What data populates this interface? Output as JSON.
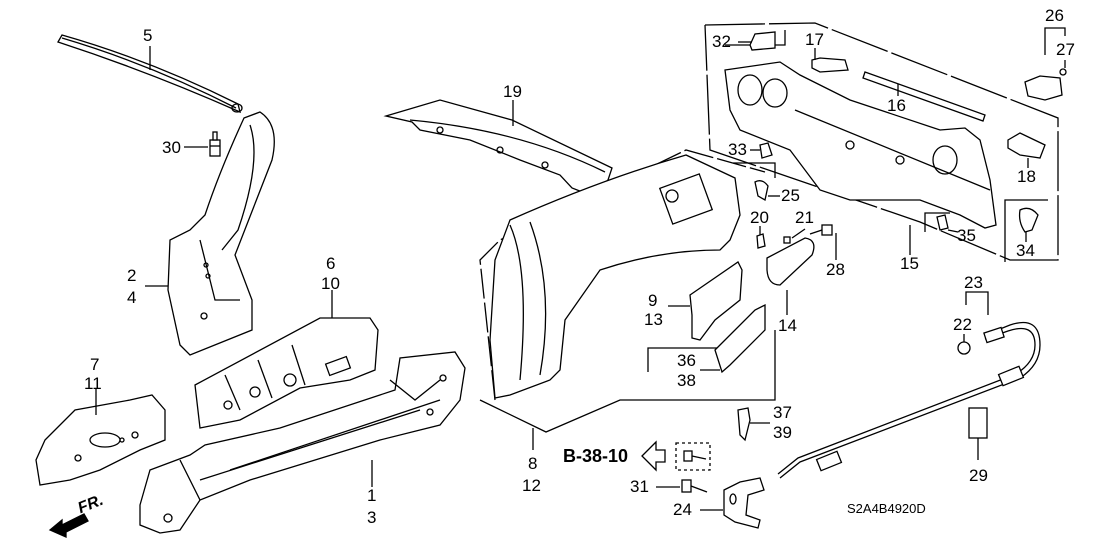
{
  "diagram": {
    "title": "Body structure parts diagram",
    "code": "S2A4B4920D",
    "reference": "B-38-10",
    "direction_marker": "FR.",
    "callouts": [
      {
        "id": "c5",
        "text": "5"
      },
      {
        "id": "c30",
        "text": "30"
      },
      {
        "id": "c2",
        "text": "2"
      },
      {
        "id": "c4",
        "text": "4"
      },
      {
        "id": "c6",
        "text": "6"
      },
      {
        "id": "c10",
        "text": "10"
      },
      {
        "id": "c7",
        "text": "7"
      },
      {
        "id": "c11",
        "text": "11"
      },
      {
        "id": "c1",
        "text": "1"
      },
      {
        "id": "c3",
        "text": "3"
      },
      {
        "id": "c19",
        "text": "19"
      },
      {
        "id": "c8",
        "text": "8"
      },
      {
        "id": "c12",
        "text": "12"
      },
      {
        "id": "c9",
        "text": "9"
      },
      {
        "id": "c13",
        "text": "13"
      },
      {
        "id": "c36",
        "text": "36"
      },
      {
        "id": "c38",
        "text": "38"
      },
      {
        "id": "c37",
        "text": "37"
      },
      {
        "id": "c39",
        "text": "39"
      },
      {
        "id": "c31",
        "text": "31"
      },
      {
        "id": "c24",
        "text": "24"
      },
      {
        "id": "c14",
        "text": "14"
      },
      {
        "id": "c20",
        "text": "20"
      },
      {
        "id": "c21",
        "text": "21"
      },
      {
        "id": "c25",
        "text": "25"
      },
      {
        "id": "c28",
        "text": "28"
      },
      {
        "id": "c32",
        "text": "32"
      },
      {
        "id": "c17",
        "text": "17"
      },
      {
        "id": "c16",
        "text": "16"
      },
      {
        "id": "c33",
        "text": "33"
      },
      {
        "id": "c15",
        "text": "15"
      },
      {
        "id": "c35",
        "text": "35"
      },
      {
        "id": "c18",
        "text": "18"
      },
      {
        "id": "c34",
        "text": "34"
      },
      {
        "id": "c26",
        "text": "26"
      },
      {
        "id": "c27",
        "text": "27"
      },
      {
        "id": "c23",
        "text": "23"
      },
      {
        "id": "c22",
        "text": "22"
      },
      {
        "id": "c29",
        "text": "29"
      }
    ]
  }
}
